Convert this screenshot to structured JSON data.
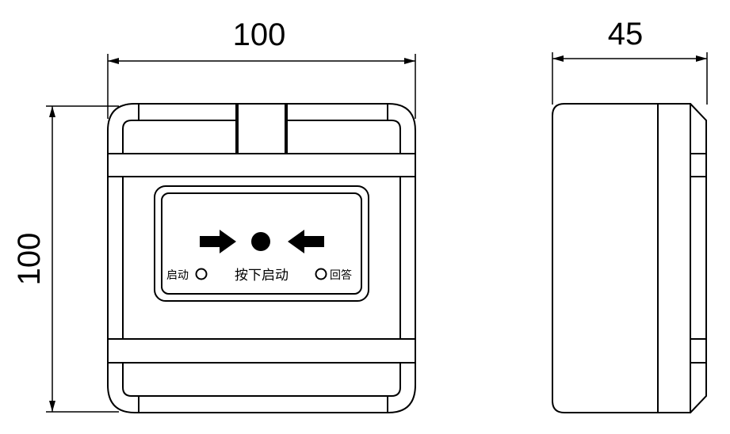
{
  "dimensions": {
    "front_width": "100",
    "front_height": "100",
    "side_depth": "45"
  },
  "labels": {
    "start_indicator": "启动",
    "press_to_start": "按下启动",
    "answer_indicator": "回答"
  },
  "icons": {
    "left_arrow": "arrow-right-icon",
    "center_dot": "filled-circle-icon",
    "right_arrow": "arrow-left-icon",
    "indicator_led": "hollow-circle-icon"
  }
}
